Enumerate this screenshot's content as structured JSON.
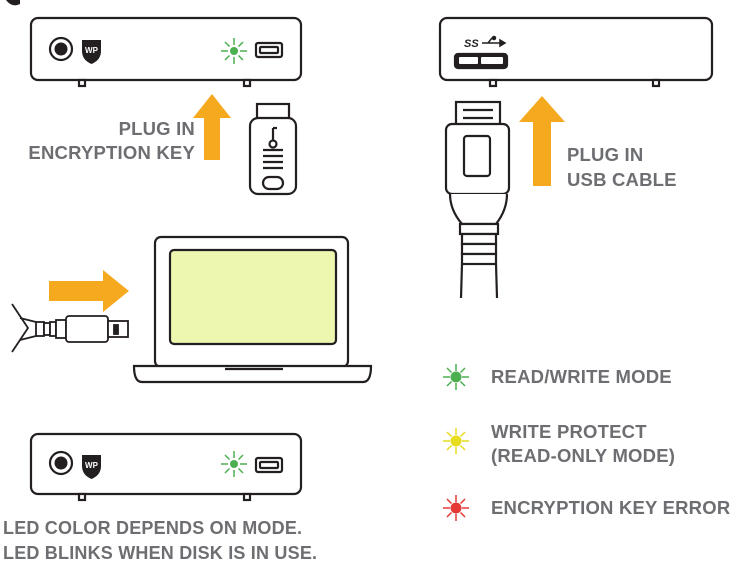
{
  "labels": {
    "plug_in_encryption_key": [
      "PLUG IN",
      "ENCRYPTION KEY"
    ],
    "plug_in_usb_cable": [
      "PLUG IN",
      "USB CABLE"
    ],
    "footer": [
      "LED COLOR DEPENDS ON MODE.",
      "LED BLINKS WHEN DISK IS IN USE."
    ]
  },
  "device_logo_text": "WP",
  "usb_logo_text": "SS",
  "legend": [
    {
      "label": [
        "READ/WRITE MODE"
      ],
      "color": "#4caf50",
      "icon": "green-led-icon"
    },
    {
      "label": [
        "WRITE PROTECT",
        "(READ-ONLY MODE)"
      ],
      "color": "#e6dd1e",
      "icon": "yellow-led-icon"
    },
    {
      "label": [
        "ENCRYPTION KEY ERROR"
      ],
      "color": "#e53935",
      "icon": "red-led-icon"
    }
  ],
  "colors": {
    "arrow": "#f5a91f",
    "outline": "#231f20",
    "text": "#6d6e71",
    "screen_glow": "#eef7b0"
  }
}
